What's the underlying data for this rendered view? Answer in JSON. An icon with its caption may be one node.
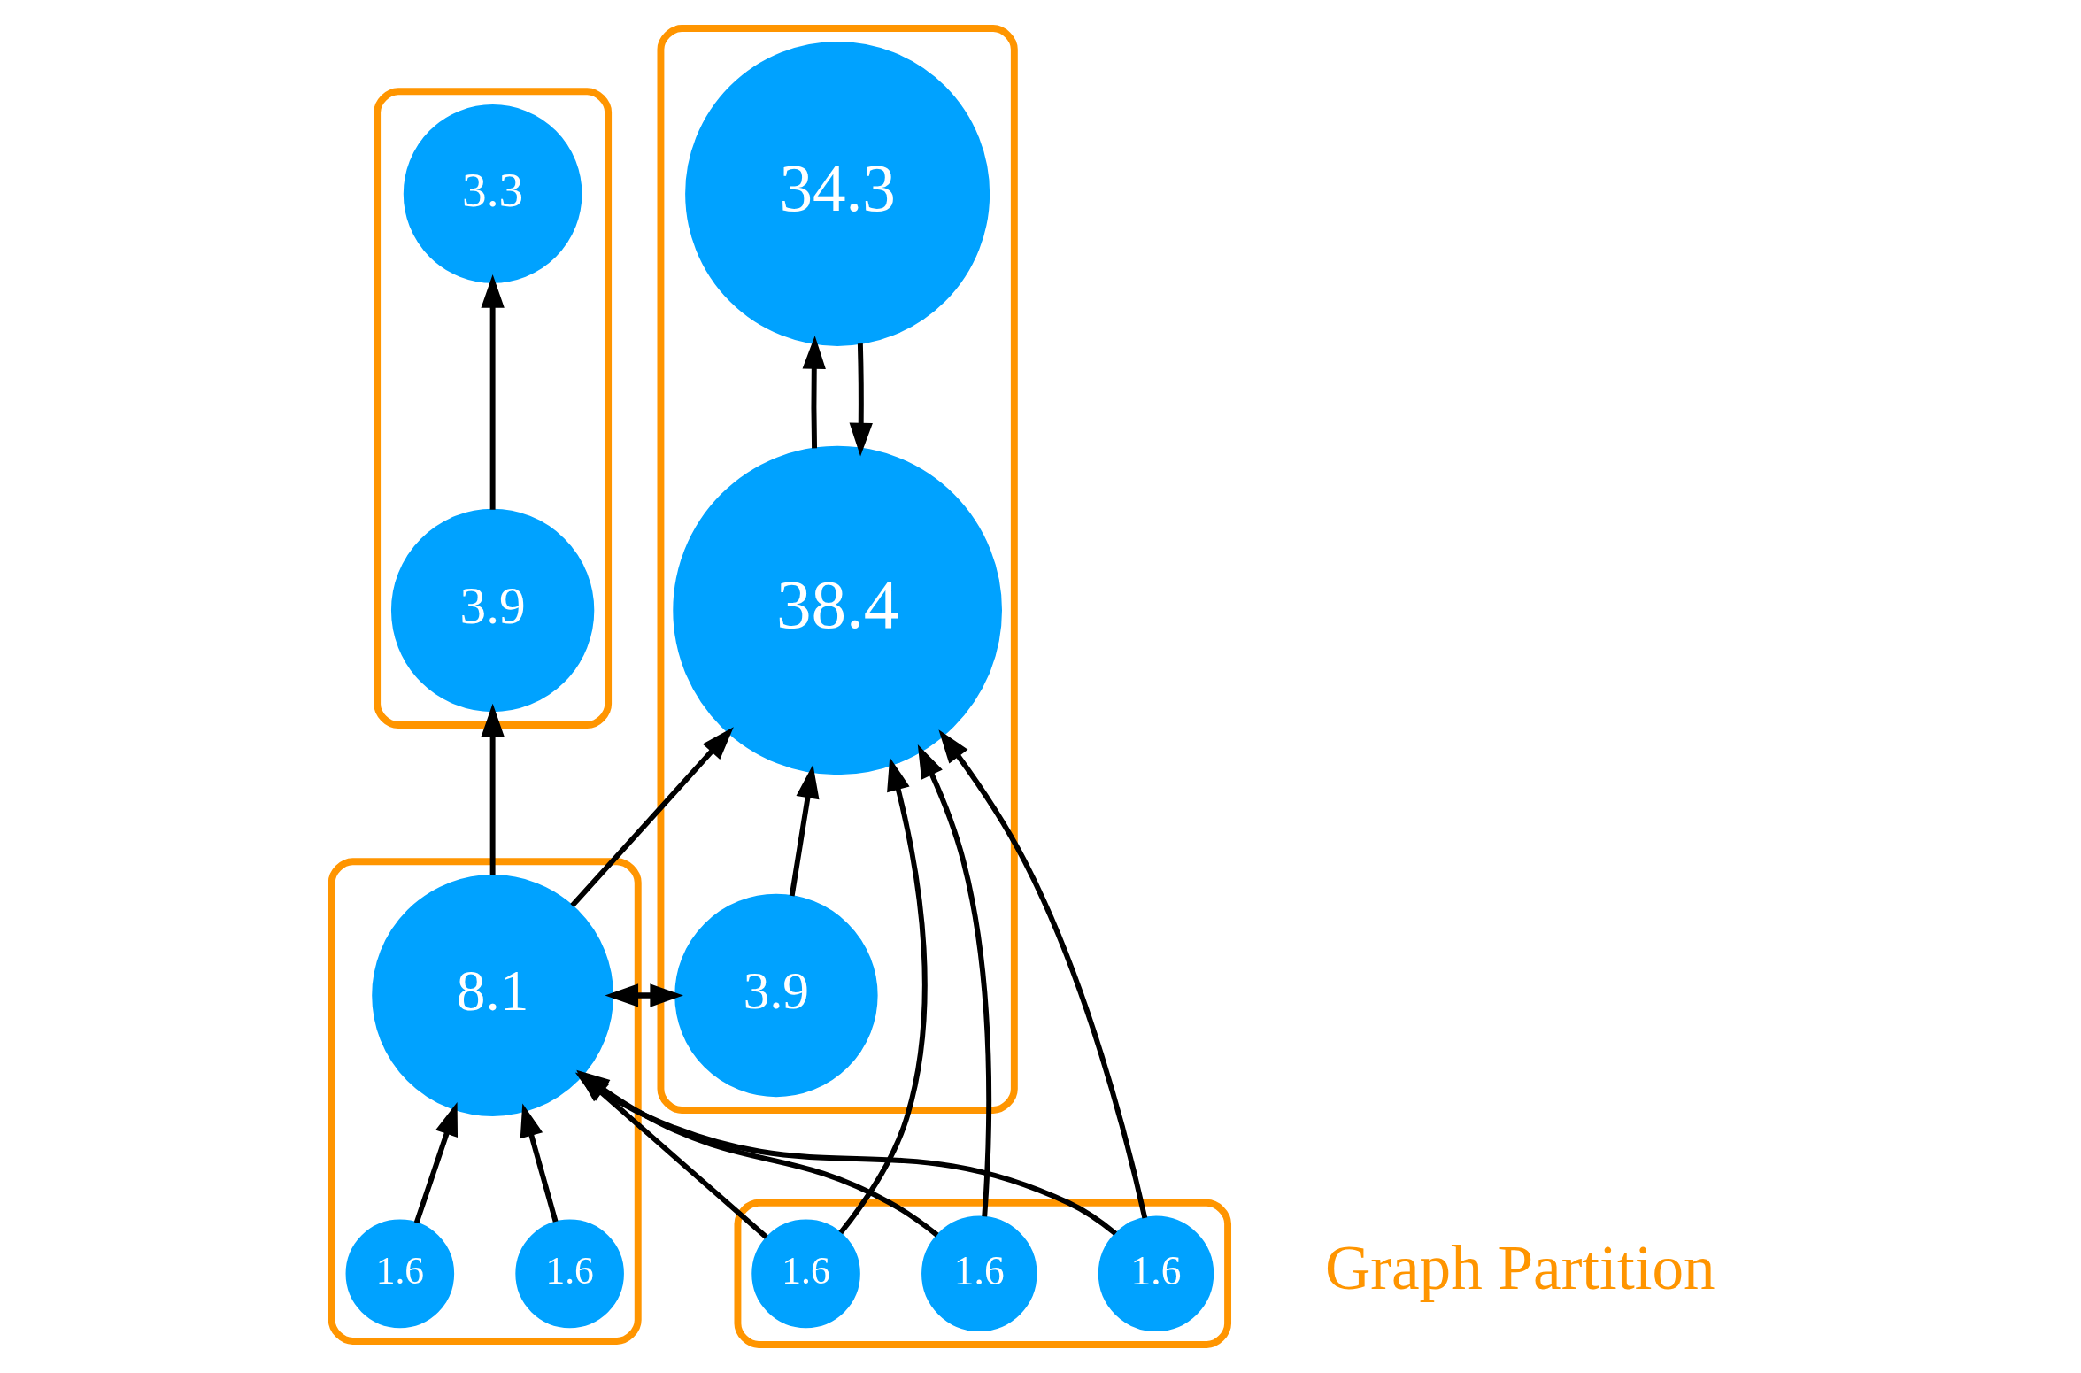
{
  "diagram": {
    "nodes": [
      {
        "text": [],
        "shape": "polygon"
      },
      {
        "text": [
          "3.3"
        ],
        "in": 0
      },
      {
        "text": [
          "3.9"
        ],
        "in": 0
      },
      {
        "text": [],
        "shape": "polygon"
      },
      {
        "text": [
          "38.4"
        ],
        "in": 3
      },
      {
        "text": [
          "34.3"
        ],
        "in": 3
      },
      {
        "text": [
          "3.9"
        ],
        "in": 3
      },
      {
        "text": [],
        "shape": "polygon"
      },
      {
        "text": [
          "1.6"
        ],
        "in": 7
      },
      {
        "text": [
          "1.6"
        ],
        "in": 7
      },
      {
        "text": [
          "1.6"
        ],
        "in": 7
      },
      {
        "text": [],
        "shape": "polygon"
      },
      {
        "text": [
          "8.1"
        ],
        "in": 11
      },
      {
        "text": [
          "1.6"
        ],
        "in": 11
      },
      {
        "text": [
          "1.6"
        ],
        "in": 11
      }
    ],
    "edges": [
      {
        "from": 4,
        "to": 5,
        "arrow": "to"
      },
      {
        "from": 5,
        "to": 4,
        "arrow": "to"
      },
      {
        "from": 6,
        "to": 4,
        "arrow": "to"
      },
      {
        "from": 2,
        "to": 1,
        "arrow": "to"
      },
      {
        "from": 12,
        "to": 4,
        "arrow": "to"
      },
      {
        "from": 12,
        "to": 2,
        "arrow": "to"
      },
      {
        "from": 12,
        "to": 6,
        "arrow": "to"
      },
      {
        "from": 6,
        "to": 12,
        "arrow": "to"
      },
      {
        "from": 8,
        "to": 4,
        "arrow": "to"
      },
      {
        "from": 8,
        "to": 12,
        "arrow": "to"
      },
      {
        "from": 9,
        "to": 4,
        "arrow": "to"
      },
      {
        "from": 9,
        "to": 12,
        "arrow": "to"
      },
      {
        "from": 10,
        "to": 4,
        "arrow": "to"
      },
      {
        "from": 10,
        "to": 12,
        "arrow": "to"
      },
      {
        "from": 13,
        "to": 12,
        "arrow": "to"
      },
      {
        "from": 14,
        "to": 12,
        "arrow": "to"
      }
    ],
    "labels": [
      "Graph Partition"
    ]
  }
}
